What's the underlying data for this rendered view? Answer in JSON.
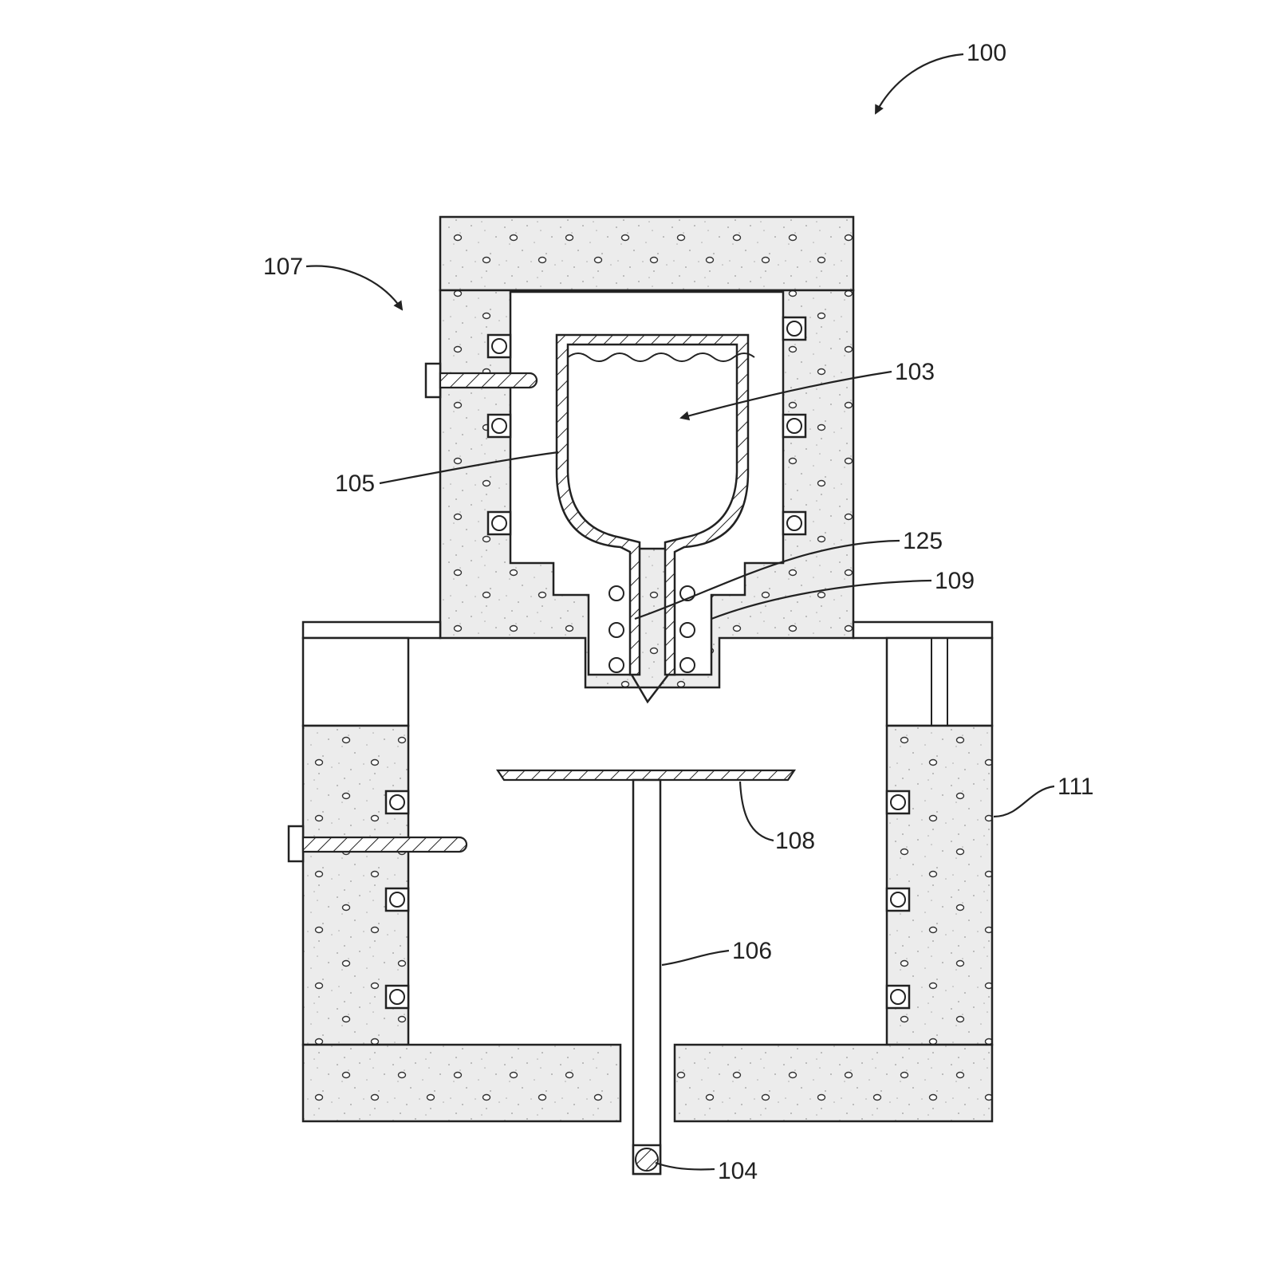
{
  "labels": {
    "ref_100": "100",
    "ref_103": "103",
    "ref_104": "104",
    "ref_105": "105",
    "ref_106": "106",
    "ref_107": "107",
    "ref_108": "108",
    "ref_109": "109",
    "ref_111": "111",
    "ref_125": "125"
  },
  "colors": {
    "line": "#222222",
    "background": "#ffffff"
  }
}
